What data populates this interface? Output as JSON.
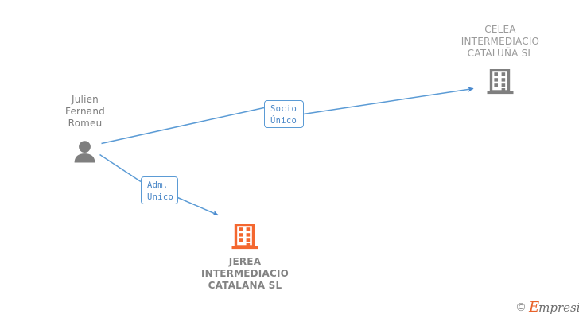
{
  "diagram": {
    "type": "corporate-relationship-graph",
    "background_color": "#ffffff",
    "edge_color": "#5b9bd5",
    "nodes": [
      {
        "id": "person",
        "kind": "person",
        "icon": "person-icon",
        "icon_color": "#7f7f7f",
        "label": "Julien\nFernand\nRomeu",
        "label_position": "above",
        "label_color": "#7d7d7d",
        "label_bold": false
      },
      {
        "id": "celea",
        "kind": "company",
        "icon": "building-icon",
        "icon_color": "#7f7f7f",
        "label": "CELEA\nINTERMEDIACIO\nCATALUÑA SL",
        "label_position": "above",
        "label_color": "#9a9a9a",
        "label_bold": false
      },
      {
        "id": "jerea",
        "kind": "company",
        "icon": "building-icon",
        "icon_color": "#f4672f",
        "label": "JEREA\nINTERMEDIACIO\nCATALANA SL",
        "label_position": "below",
        "label_color": "#838383",
        "label_bold": true
      }
    ],
    "edges": [
      {
        "id": "edge-socio-unico",
        "from": "person",
        "to": "celea",
        "label": "Socio\nÚnico",
        "arrowhead": "target",
        "color": "#5b9bd5"
      },
      {
        "id": "edge-adm-unico",
        "from": "person",
        "to": "jerea",
        "label": "Adm.\nUnico",
        "arrowhead": "target",
        "color": "#5b9bd5"
      }
    ]
  },
  "watermark": {
    "copyright_symbol": "©",
    "brand_initial": "E",
    "brand_rest": "mpresia",
    "accent_color": "#e8622a"
  }
}
